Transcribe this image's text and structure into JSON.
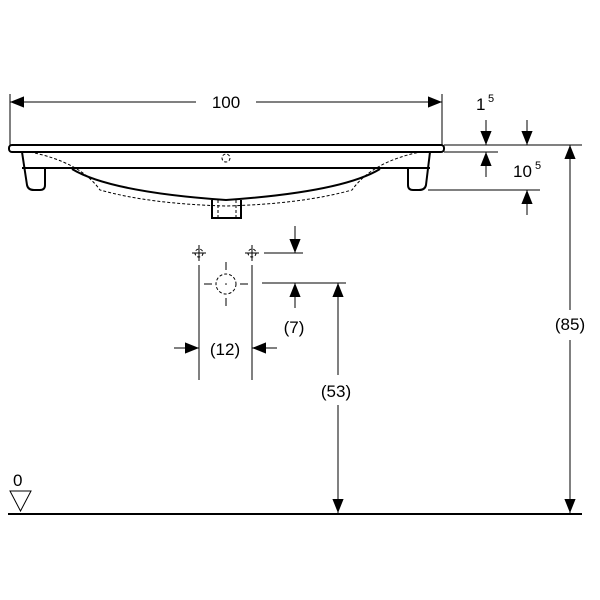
{
  "dimensions": {
    "width": "100",
    "rim_thickness_main": "1",
    "rim_thickness_sup": "5",
    "depth_main": "10",
    "depth_sup": "5",
    "total_height": "(85)",
    "tap_offset": "(7)",
    "tap_spacing": "(12)",
    "drain_height": "(53)",
    "floor_level": "0"
  }
}
